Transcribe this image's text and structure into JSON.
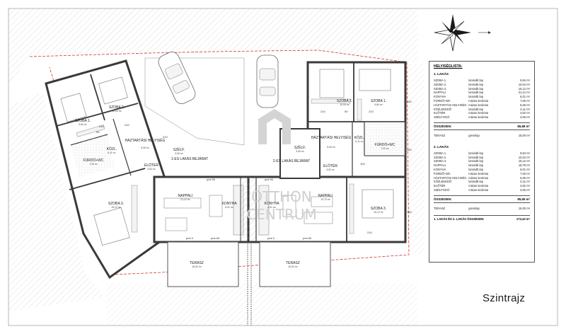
{
  "labels": {
    "szoba1": "SZOBA 1.",
    "szoba2": "SZOBA 2.",
    "szoba3": "SZOBA 3.",
    "furdo": "FÜRDŐ+WC",
    "kozl": "KÖZL.",
    "haztartasi": "HÁZTARTÁSI HELYISÉG",
    "haztartasi_right": "HÁZTARTÁSI HELYISÉG",
    "eloter": "ELŐTÉR",
    "szelf": "SZÉLF.",
    "nappali": "NAPPALI",
    "konyha": "KONYHA",
    "terasz": "TERASZ",
    "entry1": "1-ES LAKÁS BEJÁRAT",
    "entry2": "2-ES LAKÁS BEJÁRAT"
  },
  "areas": {
    "a_984": "9,84 m²",
    "a_1004": "10,04 m²",
    "a_1512": "15,12 m²",
    "a_700": "7,00 m²",
    "a_611": "6,11 m²",
    "a_506": "5,06 m²",
    "a_352": "3,52 m²",
    "a_306": "3,06 m²",
    "a_2112": "21,12 m²",
    "a_601": "6,01 m²",
    "a_1979": "19,79 m²",
    "a_1500": "15,00 m²"
  },
  "dims": [
    "210",
    "90",
    "100",
    "pmt 90",
    "150",
    "pmt 0",
    "pmt 60"
  ],
  "watermark": {
    "line1": "OTTHON",
    "line2": "CENTRUM"
  },
  "legend": {
    "title": "HELYISÉGLISTA:",
    "apt1": {
      "title": "1. LAKÁS",
      "rows": [
        {
          "name": "SZOBA 1.",
          "floor": "laminált lap",
          "area": "9,84 m²"
        },
        {
          "name": "SZOBA 2.",
          "floor": "laminált lap",
          "area": "10,04 m²"
        },
        {
          "name": "SZOBA 3.",
          "floor": "laminált lap",
          "area": "15,12 m²"
        },
        {
          "name": "NAPPALI",
          "floor": "laminált lap",
          "area": "21,12 m²"
        },
        {
          "name": "KONYHA",
          "floor": "laminált lap",
          "area": "6,01 m²"
        },
        {
          "name": "FÜRDŐ+WC",
          "floor": "mázas kerámia",
          "area": "7,00 m²"
        },
        {
          "name": "HÁZTARTÁSI HELYISÉG",
          "floor": "mázas kerámia",
          "area": "5,06 m²"
        },
        {
          "name": "KÖZLEKEDŐ",
          "floor": "laminált lap",
          "area": "6,11 m²"
        },
        {
          "name": "ELŐTÉR",
          "floor": "mázas kerámia",
          "area": "3,52 m²"
        },
        {
          "name": "SZÉLFOGÓ",
          "floor": "mázas kerámia",
          "area": "3,06 m²"
        }
      ],
      "total_label": "ÖSSZESEN:",
      "total": "86,88 m²",
      "terrace": {
        "name": "TERASZ",
        "floor": "gresslap",
        "area": "15,00 m²"
      }
    },
    "apt2": {
      "title": "2. LAKÁS",
      "rows": [
        {
          "name": "SZOBA 1.",
          "floor": "laminált lap",
          "area": "9,84 m²"
        },
        {
          "name": "SZOBA 2.",
          "floor": "laminált lap",
          "area": "10,04 m²"
        },
        {
          "name": "SZOBA 3.",
          "floor": "laminált lap",
          "area": "15,12 m²"
        },
        {
          "name": "NAPPALI",
          "floor": "laminált lap",
          "area": "19,79 m²"
        },
        {
          "name": "KONYHA",
          "floor": "laminált lap",
          "area": "6,01 m²"
        },
        {
          "name": "FÜRDŐ+WC",
          "floor": "mázas kerámia",
          "area": "7,00 m²"
        },
        {
          "name": "HÁZTARTÁSI HELYISÉG",
          "floor": "mázas kerámia",
          "area": "5,06 m²"
        },
        {
          "name": "KÖZLEKEDŐ",
          "floor": "laminált lap",
          "area": "6,11 m²"
        },
        {
          "name": "ELŐTÉR",
          "floor": "mázas kerámia",
          "area": "3,52 m²"
        },
        {
          "name": "SZÉLFOGÓ",
          "floor": "mázas kerámia",
          "area": "3,06 m²"
        }
      ],
      "total_label": "ÖSSZESEN:",
      "total": "85,55 m²",
      "terrace": {
        "name": "TERASZ",
        "floor": "gresslap",
        "area": "15,00 m²"
      }
    },
    "grand_label": "1. LAKÁS ÉS 2. LAKÁS ÖSSZESEN:",
    "grand_total": "172,43 m²"
  },
  "caption": "Szintrajz",
  "colors": {
    "wall": "#3a3a3a",
    "plot_line": "#d33333",
    "hatch": "#9a9a9a"
  }
}
